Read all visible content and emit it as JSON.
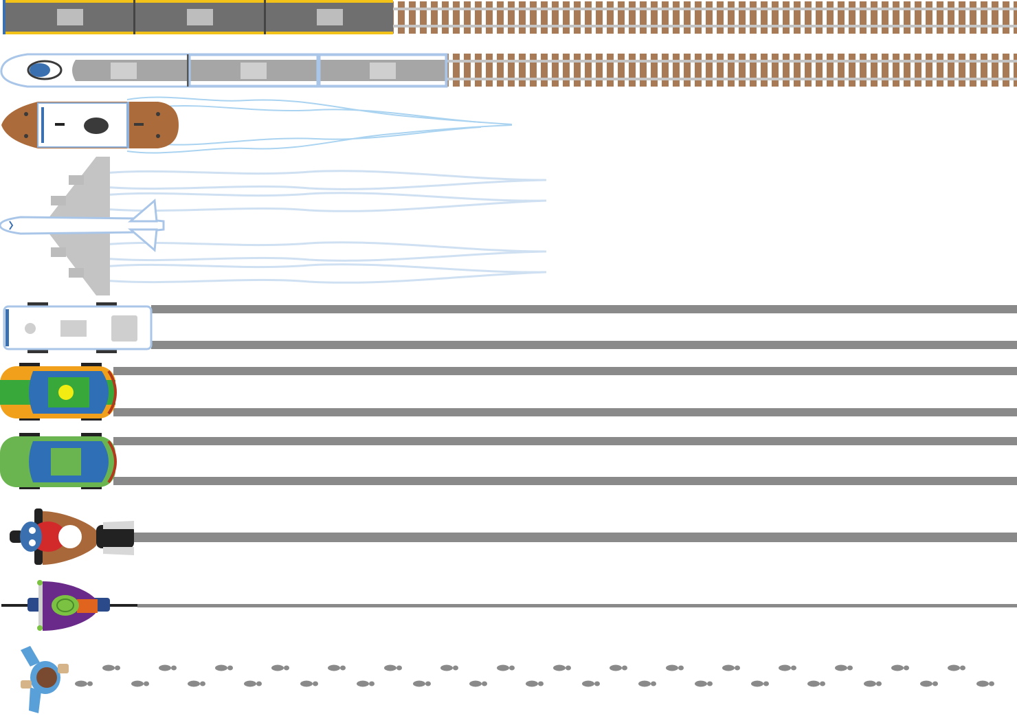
{
  "scene": {
    "background": "#ffffff",
    "rows": [
      {
        "id": "commuter-train",
        "icon": "commuter-train-icon",
        "track": "railway",
        "colors": {
          "body": "#6f6f6f",
          "stripe": "#f2c218",
          "window": "#bdbdbd",
          "rail": "#bdbdbd",
          "sleeper": "#a87a55"
        }
      },
      {
        "id": "bullet-train",
        "icon": "bullet-train-icon",
        "track": "railway",
        "colors": {
          "body": "#ffffff",
          "outline": "#a9c6e8",
          "band": "#a6a6a6",
          "window": "#cfcfcf",
          "cockpit": "#3a6fb0"
        }
      },
      {
        "id": "ship",
        "icon": "ship-icon",
        "track": "wake",
        "colors": {
          "deck": "#ab6b3a",
          "cabin": "#ffffff",
          "outline": "#8fb2dd",
          "wake": "#a9d3f0"
        }
      },
      {
        "id": "airplane",
        "icon": "airplane-icon",
        "track": "contrails",
        "colors": {
          "wing": "#c4c4c4",
          "fuselage": "#ffffff",
          "outline": "#a9c6e8",
          "engine": "#bcbcbc",
          "contrail": "#cfe0f2"
        }
      },
      {
        "id": "bus",
        "icon": "bus-icon",
        "track": "road",
        "colors": {
          "body": "#ffffff",
          "outline": "#a9c6e8",
          "detail": "#cfcfcf",
          "road": "#8a8a8a"
        }
      },
      {
        "id": "taxi",
        "icon": "taxi-icon",
        "track": "road",
        "colors": {
          "body": "#f0a01a",
          "stripe": "#37a839",
          "glass": "#2f6fb5",
          "lamp": "#f2ec12",
          "road": "#8a8a8a"
        }
      },
      {
        "id": "car",
        "icon": "car-icon",
        "track": "road",
        "colors": {
          "body": "#6ab54f",
          "glass": "#2f6fb5",
          "road": "#8a8a8a"
        }
      },
      {
        "id": "motorcycle",
        "icon": "motorcycle-icon",
        "track": "lane",
        "colors": {
          "rider": "#a8683a",
          "tank": "#d22a2a",
          "helmet": "#ffffff",
          "tyre": "#222222",
          "lane": "#8a8a8a"
        }
      },
      {
        "id": "bicycle",
        "icon": "bicycle-icon",
        "track": "thin-lane",
        "colors": {
          "rider": "#6a2a8a",
          "helmet": "#7cc242",
          "frame": "#2a4a8a",
          "lane": "#8a8a8a"
        }
      },
      {
        "id": "pedestrian",
        "icon": "pedestrian-icon",
        "track": "footprints",
        "colors": {
          "shirt": "#5aa0d8",
          "hair": "#7a4a30",
          "footprint": "#8a8a8a"
        }
      }
    ]
  }
}
